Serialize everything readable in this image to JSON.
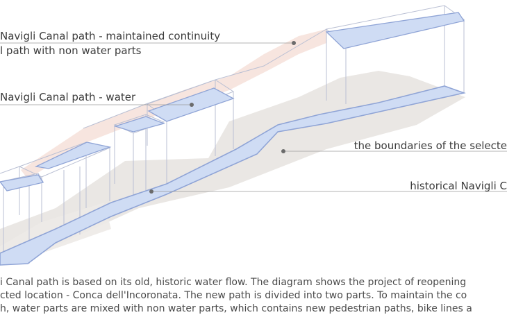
{
  "labels": {
    "maintained_line1": "Navigli Canal path - maintained continuity",
    "maintained_line2": "l path with non water parts",
    "water": "Navigli Canal path - water",
    "boundaries": "the boundaries of the selecte",
    "historical": "historical Navigli C"
  },
  "caption": {
    "line1": "i Canal path is based on its old, historic water flow. The diagram shows the project of reopening",
    "line2": "cted location - Conca dell'Incoronata. The new path is divided into two parts. To maintain the co",
    "line3": "h, water parts are mixed with non water parts, which contains new pedestrian paths, bike lines a"
  },
  "colors": {
    "water_fill": "#cfdcf4",
    "water_stroke": "#8fa4d6",
    "box_stroke": "#b9bfd3",
    "pink_path": "#f7e4dd",
    "ground_shadow": "#e9e6e3",
    "leader_line": "#9a9a9a",
    "marker_dot": "#6b6b6b"
  }
}
